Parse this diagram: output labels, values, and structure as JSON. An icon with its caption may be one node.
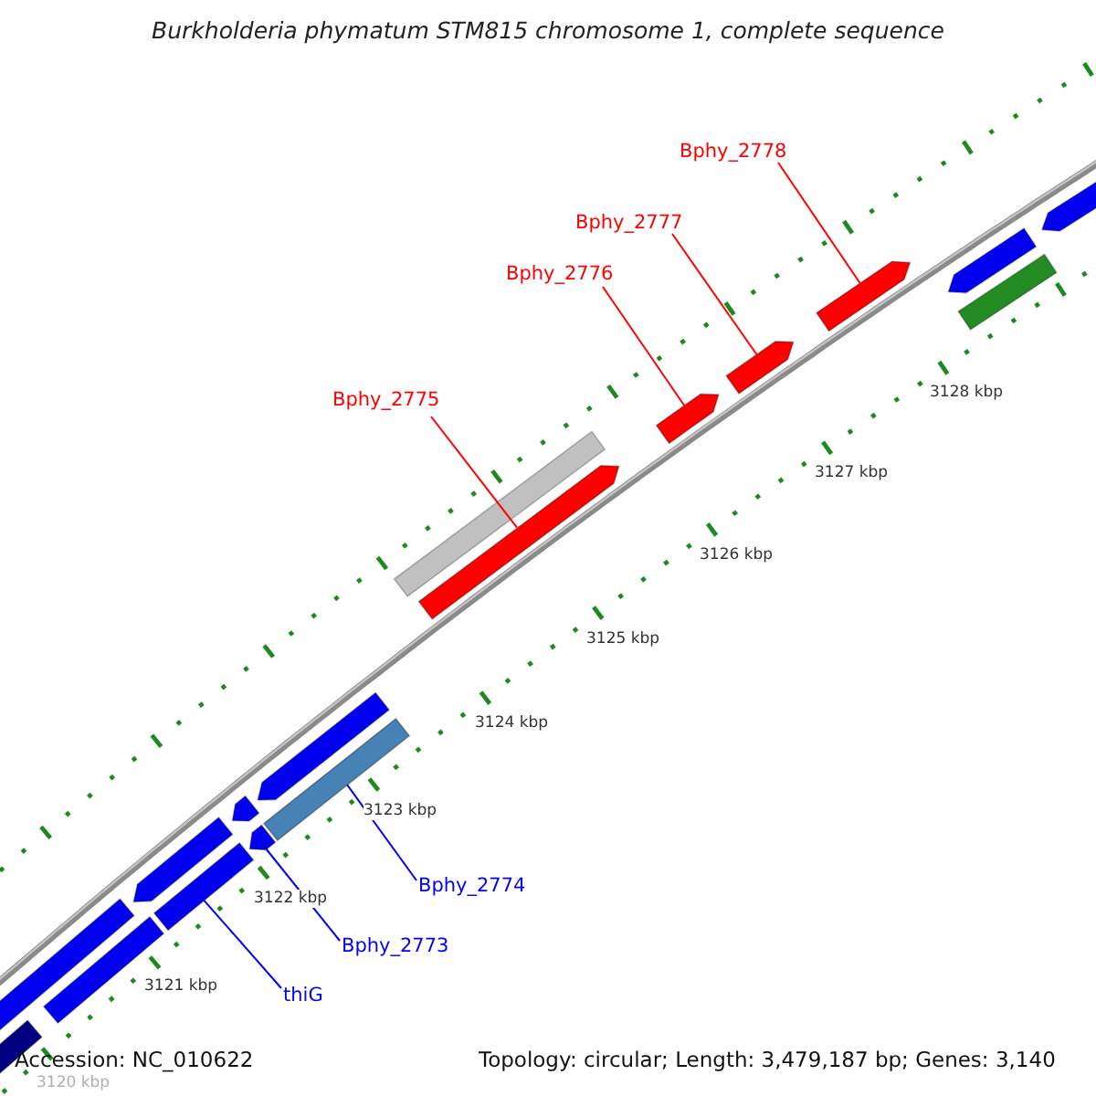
{
  "diagram": {
    "title": "Burkholderia phymatum STM815 chromosome 1, complete sequence",
    "nodes": [
      {
        "text": [
          "Bphy_2778"
        ]
      },
      {
        "text": [
          "Bphy_2777"
        ]
      },
      {
        "text": [
          "Bphy_2776"
        ]
      },
      {
        "text": [
          "Bphy_2775"
        ]
      },
      {
        "text": [
          "Bphy_2774"
        ]
      },
      {
        "text": [
          "Bphy_2773"
        ]
      },
      {
        "text": [
          "thiG"
        ]
      },
      {
        "text": [],
        "shape": "arrow"
      },
      {
        "text": [],
        "shape": "arrow"
      },
      {
        "text": [],
        "shape": "arrow"
      },
      {
        "text": [],
        "shape": "arrow"
      },
      {
        "text": [],
        "shape": "bar"
      },
      {
        "text": [],
        "shape": "arrow"
      },
      {
        "text": [],
        "shape": "bar"
      }
    ],
    "edges": [
      {
        "from": 0,
        "to": 7,
        "arrow": "none"
      },
      {
        "from": 1,
        "to": 8,
        "arrow": "none"
      },
      {
        "from": 2,
        "to": 9,
        "arrow": "none"
      },
      {
        "from": 3,
        "to": 10,
        "arrow": "none"
      },
      {
        "from": 4,
        "to": 11,
        "arrow": "none",
        "color": "#0000ff"
      },
      {
        "from": 5,
        "to": 12,
        "arrow": "none",
        "color": "#0000ff"
      },
      {
        "from": 6,
        "to": 13,
        "arrow": "none",
        "color": "#0000ff"
      }
    ],
    "labels": [
      "3128 kbp",
      "3127 kbp",
      "3126 kbp",
      "3125 kbp",
      "3124 kbp",
      "3123 kbp",
      "3122 kbp",
      "3121 kbp",
      "3120 kbp",
      "Accession: NC_010622",
      "Topology: circular; Length: 3,479,187 bp; Genes: 3,140"
    ]
  }
}
